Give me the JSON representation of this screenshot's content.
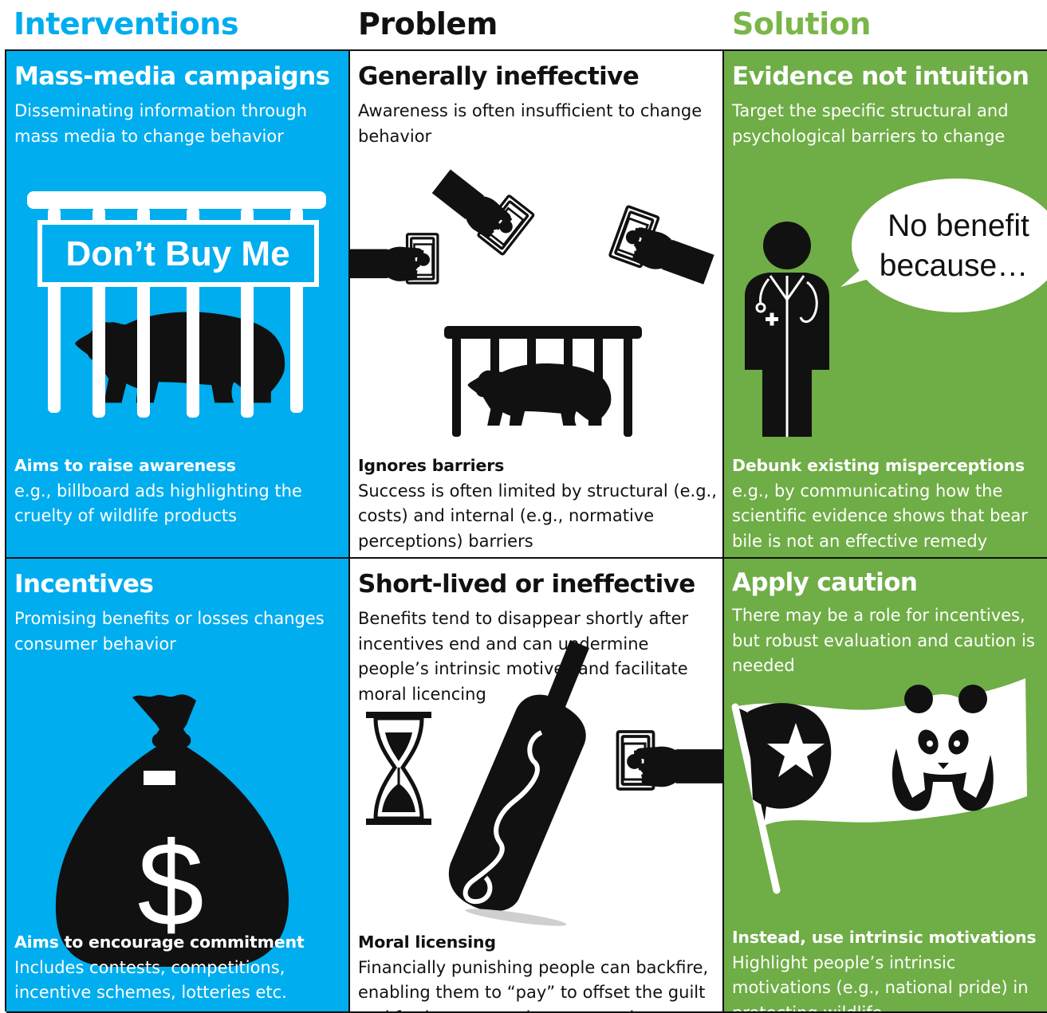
{
  "columns": {
    "interventions": {
      "label": "Interventions",
      "color": "#00adee"
    },
    "problem": {
      "label": "Problem",
      "color": "#111111"
    },
    "solution": {
      "label": "Solution",
      "color": "#6fad46"
    }
  },
  "rows": [
    {
      "intervention": {
        "title": "Mass-media campaigns",
        "description": "Disseminating information through mass media to change behavior",
        "sign_text": "Don’t Buy Me",
        "sub_title": "Aims to raise awareness",
        "sub_text": "e.g., billboard ads highlighting the cruelty of wildlife products"
      },
      "problem": {
        "title": "Generally ineffective",
        "description": "Awareness is often insufficient to change behavior",
        "sub_title": "Ignores barriers",
        "sub_text": "Success is often limited by structural (e.g., costs) and internal (e.g., normative perceptions) barriers"
      },
      "solution": {
        "title": "Evidence not intuition",
        "description": "Target the specific structural and psychological barriers to change",
        "speech_line1": "No benefit",
        "speech_line2": "because…",
        "sub_title": "Debunk existing misperceptions",
        "sub_text": "e.g., by communicating how the scientific evidence shows that bear bile is not an effective remedy"
      }
    },
    {
      "intervention": {
        "title": "Incentives",
        "description": "Promising benefits or losses changes consumer behavior",
        "bag_minus": "-",
        "bag_symbol": "$",
        "sub_title": "Aims to encourage commitment",
        "sub_text": "Includes contests, competitions, incentive schemes, lotteries etc."
      },
      "problem": {
        "title": "Short-lived or ineffective",
        "description": "Benefits tend to disappear shortly after incentives end and can undermine people’s intrinsic motives and facilitate moral licencing",
        "sub_title": "Moral licensing",
        "sub_text": "Financially punishing people can backfire, enabling them to “pay” to offset the guilt and further engage in consumption"
      },
      "solution": {
        "title": "Apply caution",
        "description": "There may be a role for incentives, but robust evaluation and caution is needed",
        "sub_title": "Instead, use intrinsic motivations",
        "sub_text": "Highlight people’s intrinsic motivations (e.g., national pride) in protecting wildlife"
      }
    }
  ],
  "icons": [
    "bear-cage-icon",
    "hand-money-icon",
    "doctor-icon",
    "speech-bubble-icon",
    "money-bag-icon",
    "hourglass-icon",
    "snake-wine-bottle-icon",
    "flag-icon",
    "panda-icon"
  ]
}
